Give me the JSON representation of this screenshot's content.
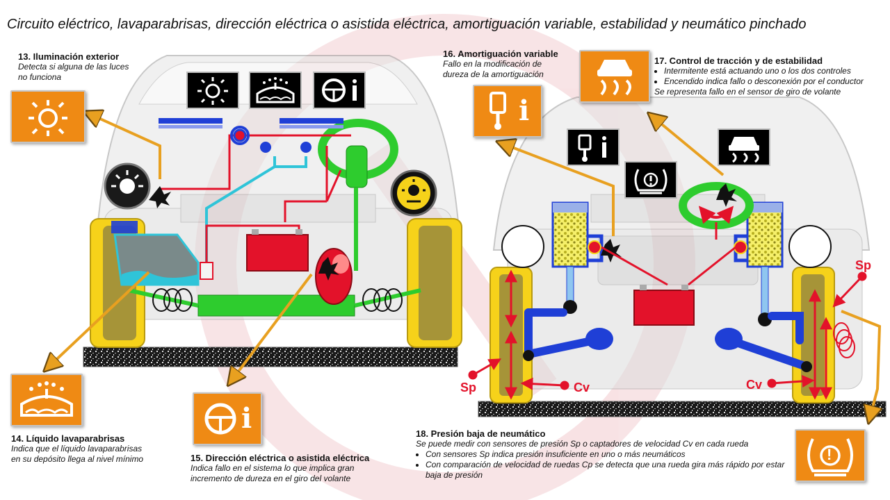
{
  "title": "Circuito eléctrico, lavaparabrisas, dirección eléctrica o asistida eléctrica, amortiguación variable, estabilidad y neumático pinchado",
  "annotations": {
    "a13": {
      "heading": "13. Iluminación exterior",
      "lines": [
        "Detecta si alguna de las luces",
        "no funciona"
      ]
    },
    "a14": {
      "heading": "14. Líquido lavaparabrisas",
      "lines": [
        "Indica que el líquido lavaparabrisas",
        "en su depósito llega al nivel mínimo"
      ]
    },
    "a15": {
      "heading": "15. Dirección eléctrica o asistida eléctrica",
      "lines": [
        "Indica fallo en el sistema lo que implica gran",
        "incremento de dureza en el giro del volante"
      ]
    },
    "a16": {
      "heading": "16. Amortiguación variable",
      "lines": [
        "Fallo en la modificación de",
        "dureza de la amortiguación"
      ]
    },
    "a17": {
      "heading": "17. Control de tracción y de estabilidad",
      "bullets": [
        "Intermitente está actuando uno o los dos controles",
        "Encendido indica fallo o desconexión por el conductor"
      ],
      "note": "Se representa fallo en el sensor de giro de volante"
    },
    "a18": {
      "heading": "18. Presión baja de neumático",
      "intro": "Se puede medir con sensores de presión Sp o captadores de velocidad Cv en cada rueda",
      "bullets": [
        "Con sensores Sp indica presión insuficiente en uno o más neumáticos",
        "Con comparación de velocidad de ruedas Cp se detecta que una rueda gira más rápido por estar baja de presión"
      ]
    }
  },
  "sensor_labels": {
    "sp": "Sp",
    "cv": "Cv"
  },
  "icon_glyphs": {
    "info": "i",
    "tpms": "!"
  },
  "icons": {
    "exterior_light": "bulb-rays-icon",
    "washer": "windshield-washer-icon",
    "steering": "steering-wheel-icon",
    "damper": "shock-absorber-icon",
    "traction": "skidding-car-icon",
    "tpms": "tire-pressure-icon"
  },
  "colors": {
    "warning_orange": "#ef8a14",
    "wire_red": "#e3122a",
    "washer_cyan": "#2fc4d8",
    "steering_green": "#2ecc2e",
    "suspension_blue": "#1f3fd6",
    "hub_yellow": "#f6d21a",
    "arrow_orange": "#e8a020"
  }
}
